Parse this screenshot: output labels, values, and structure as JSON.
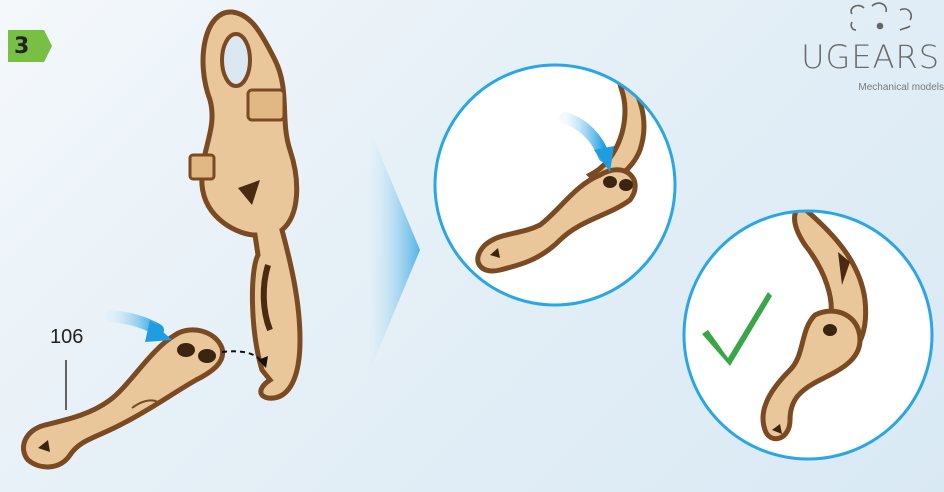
{
  "step": {
    "number": "3"
  },
  "brand": {
    "name": "UGEARS",
    "tagline": "Mechanical models"
  },
  "part": {
    "number": "106"
  },
  "colors": {
    "badge_green": "#78c043",
    "wood": "#e9c79a",
    "wood_edge": "#7a4a22",
    "arrow_blue": "#2aa6e6",
    "check_green": "#3aa64a",
    "circle_border": "#2aa6e6"
  },
  "icons": [
    "step-badge-arrow",
    "blue-pointer-arrow-icon",
    "checkmark-icon",
    "transition-arrow-icon",
    "gear-logo-icon"
  ]
}
